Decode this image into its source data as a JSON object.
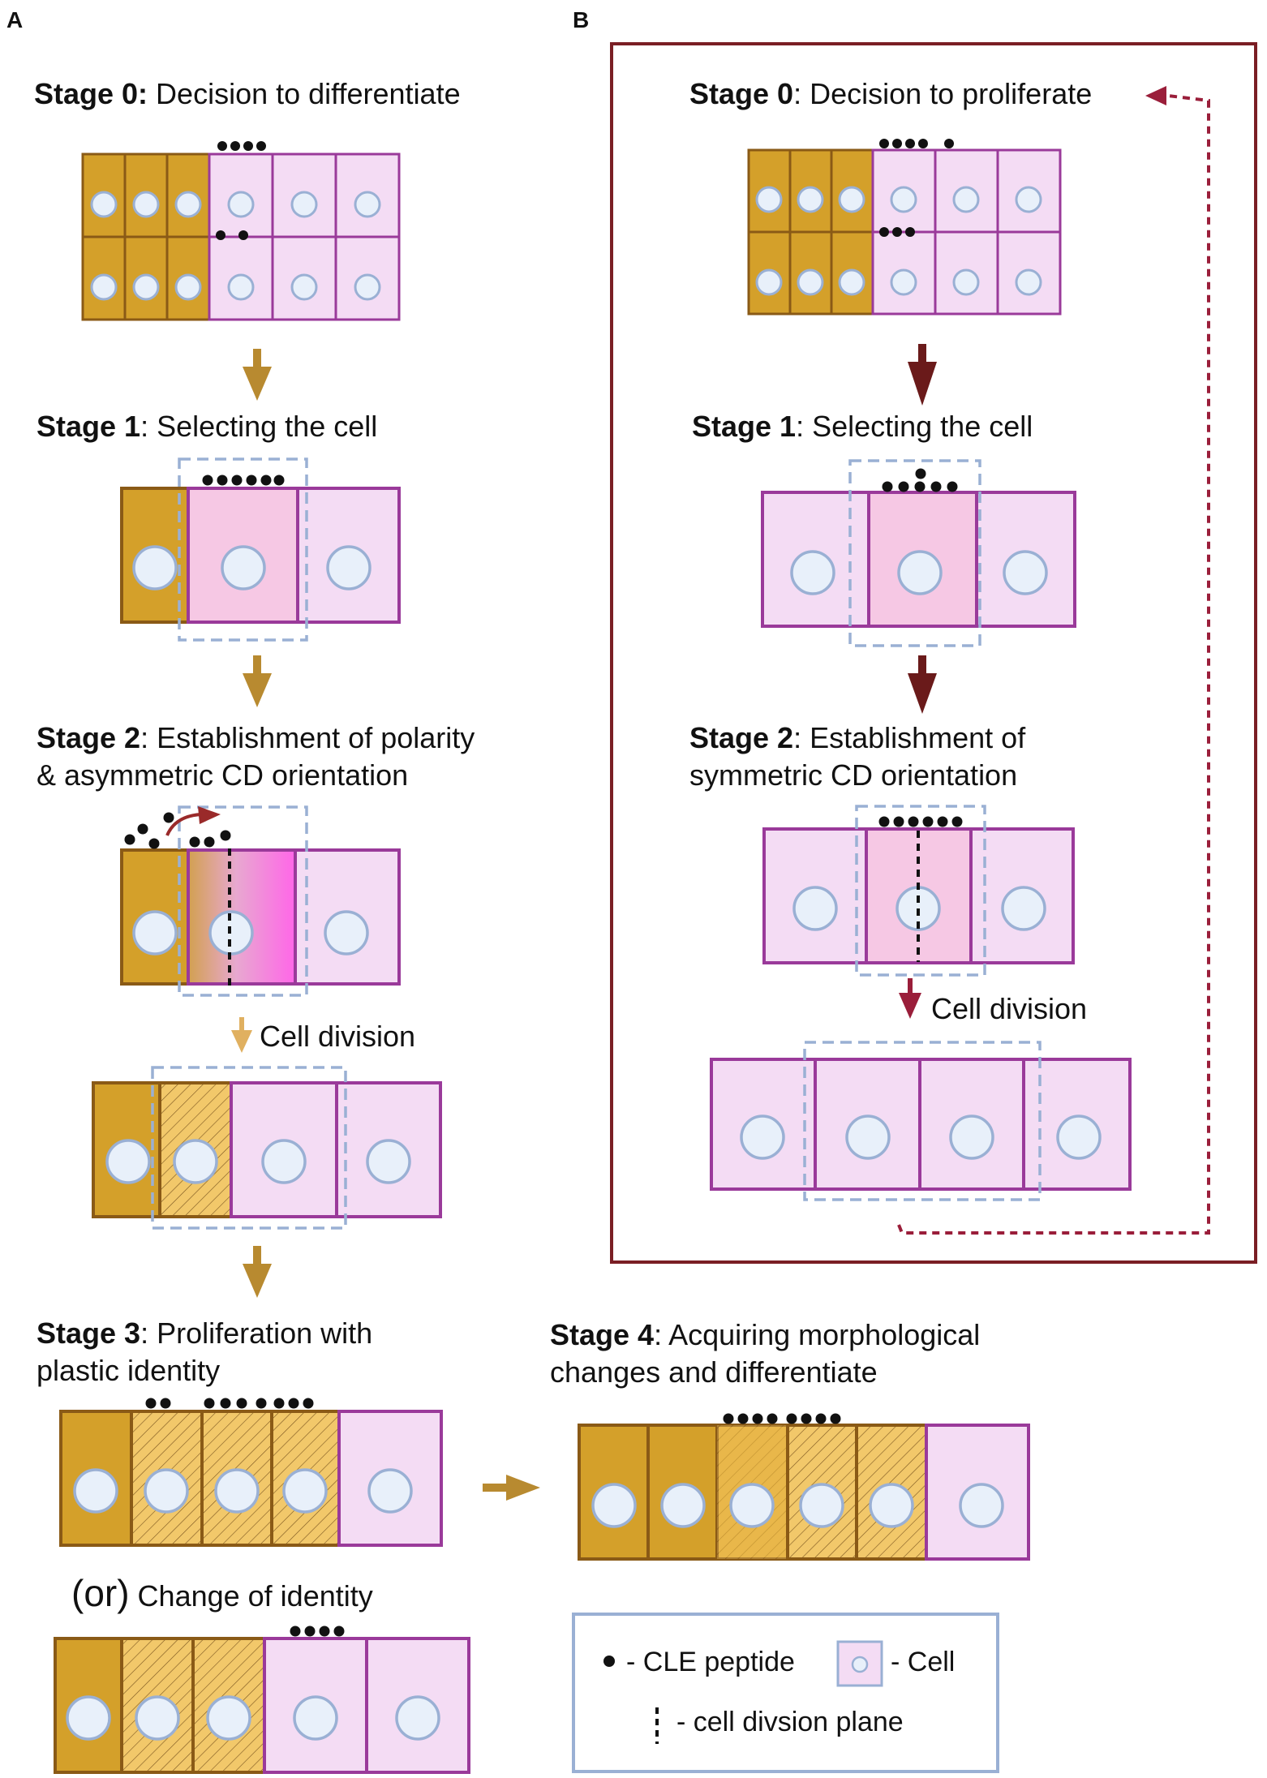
{
  "panels": {
    "a": {
      "letter": "A"
    },
    "b": {
      "letter": "B"
    }
  },
  "a_stage0": {
    "bold": "Stage 0:",
    "rest": " Decision to differentiate"
  },
  "a_stage1": {
    "bold": "Stage 1",
    "rest": ": Selecting the cell"
  },
  "a_stage2": {
    "bold": "Stage 2",
    "rest": ":  Establishment of polarity",
    "line2": "& asymmetric CD orientation"
  },
  "a_division": "Cell division",
  "a_stage3": {
    "bold": "Stage 3",
    "rest": ": Proliferation with",
    "line2": "plastic identity"
  },
  "a_stage4": {
    "bold": "Stage 4",
    "rest": ": Acquiring morphological",
    "line2": "changes and differentiate"
  },
  "a_or": {
    "paren": "(or)",
    "rest": " Change of identity"
  },
  "b_stage0": {
    "bold": "Stage 0",
    "rest": ": Decision to proliferate"
  },
  "b_stage1": {
    "bold": "Stage 1",
    "rest": ": Selecting the cell"
  },
  "b_stage2": {
    "bold": "Stage 2",
    "rest": ": Establishment of",
    "line2": "symmetric CD orientation"
  },
  "b_division": "Cell division",
  "legend": {
    "peptide": "- CLE peptide",
    "cell": "-  Cell",
    "plane": "- cell divsion plane"
  },
  "colors": {
    "differentiated_fill": "#d4a02a",
    "differentiated_border": "#8a5a16",
    "plastic_fill": "#f2c86a",
    "meristem_fill": "#f4dcf4",
    "meristem_border": "#9a3a9a",
    "selected_fill": "#f6c8e4",
    "nucleus_fill": "#e8f0fa",
    "nucleus_border": "#9ab0d4",
    "dashed_box": "#9ab0d4",
    "arrow_a": "#b88a30",
    "arrow_b": "#6a1a1a",
    "panel_b_border": "#7a1e24",
    "loop_arrow": "#9a1e3a"
  }
}
